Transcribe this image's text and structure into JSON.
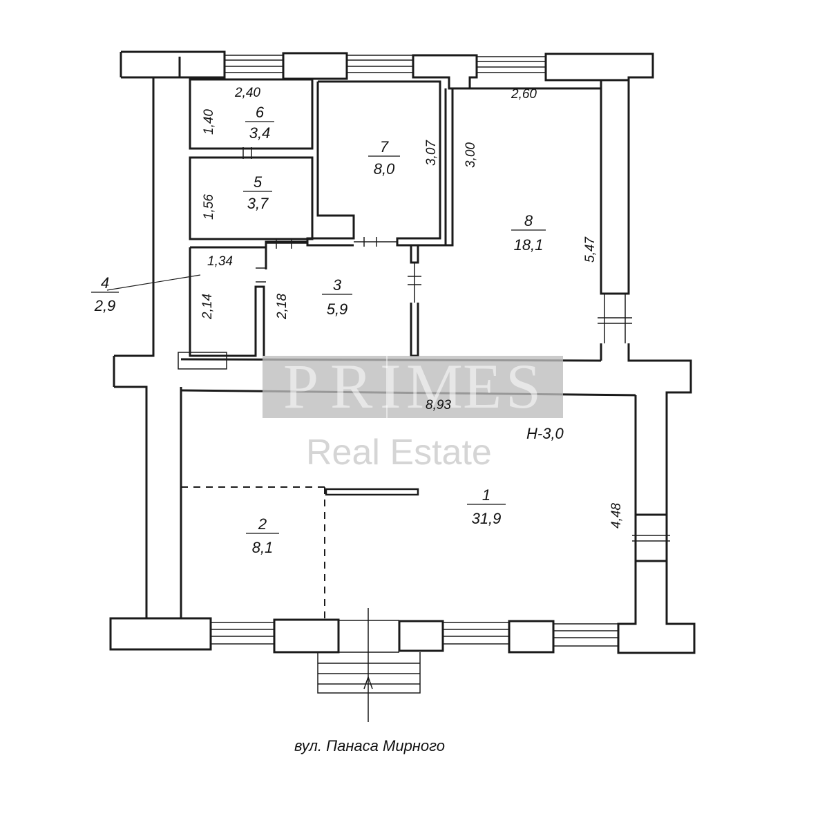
{
  "rooms": [
    {
      "id": "1",
      "area": "31,9"
    },
    {
      "id": "2",
      "area": "8,1"
    },
    {
      "id": "3",
      "area": "5,9"
    },
    {
      "id": "4",
      "area": "2,9"
    },
    {
      "id": "5",
      "area": "3,7"
    },
    {
      "id": "6",
      "area": "3,4"
    },
    {
      "id": "7",
      "area": "8,0"
    },
    {
      "id": "8",
      "area": "18,1"
    }
  ],
  "dimensions": {
    "room6_width": "2,40",
    "room6_depth": "1,40",
    "room5_depth": "1,56",
    "room4_width": "1,34",
    "room4_depth": "2,14",
    "room3_depth": "2,18",
    "room7_depth": "3,07",
    "room8_wall": "3,00",
    "room8_width": "2,60",
    "room8_depth": "5,47",
    "room1_width": "8,93",
    "room1_depth": "4,48"
  },
  "ceiling_height": "Н-3,0",
  "street_label": "вул. Панаса Мирного",
  "watermark": {
    "letters": [
      "P",
      "R",
      "I",
      "M",
      "E",
      "S"
    ],
    "subtitle": "Real Estate"
  }
}
